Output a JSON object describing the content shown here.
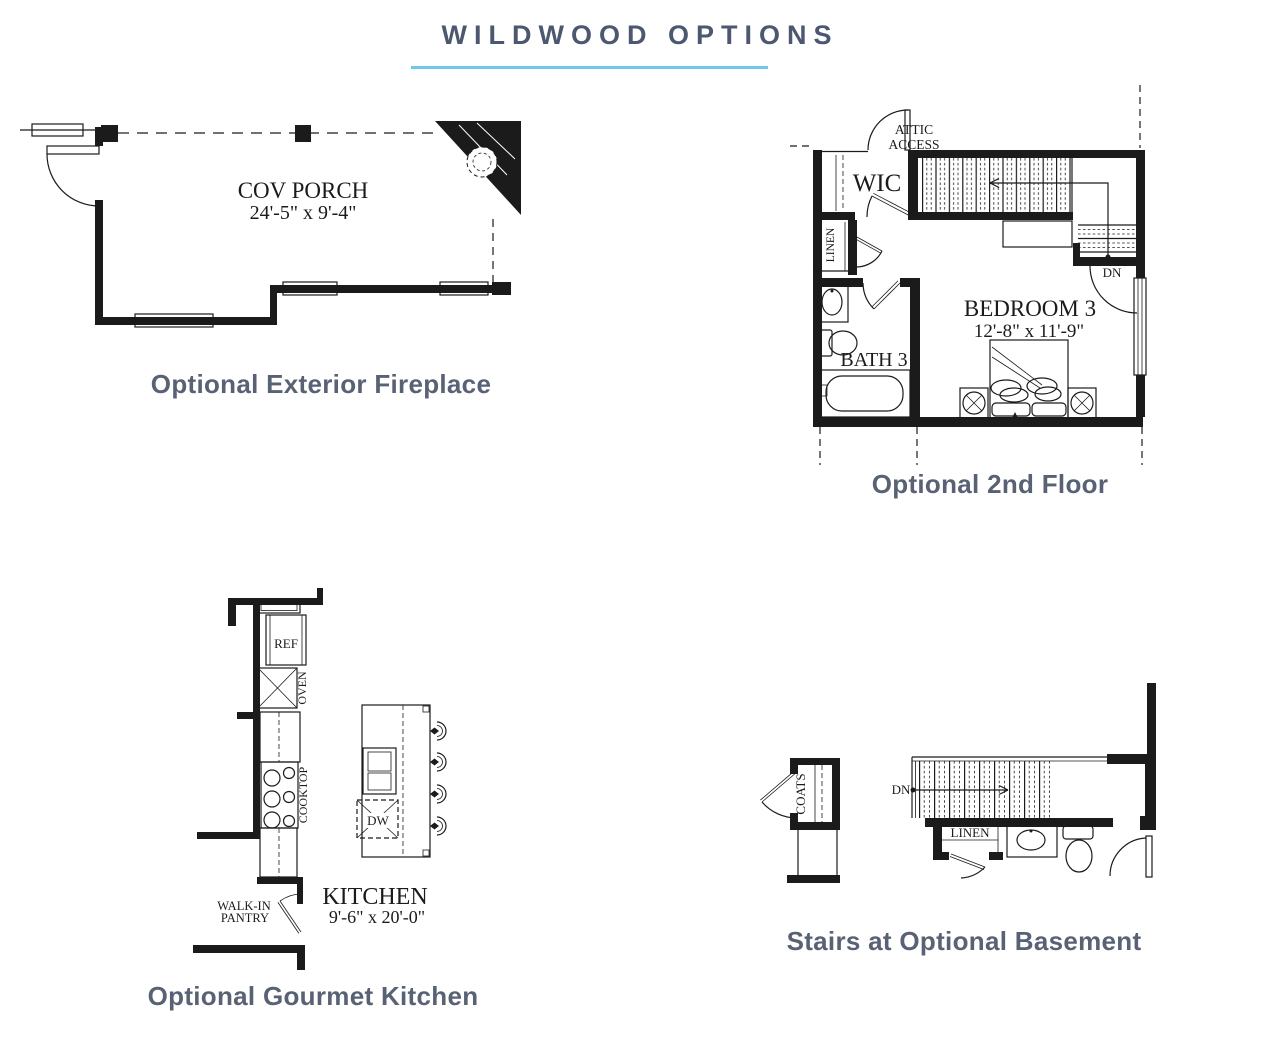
{
  "page": {
    "title": "WILDWOOD OPTIONS"
  },
  "plans": {
    "fireplace": {
      "caption": "Optional Exterior Fireplace",
      "room_label": "COV PORCH",
      "room_dims": "24'-5\" x 9'-4\""
    },
    "second_floor": {
      "caption": "Optional 2nd Floor",
      "attic_line1": "ATTIC",
      "attic_line2": "ACCESS",
      "wic": "WIC",
      "linen": "LINEN",
      "bath": "BATH 3",
      "bedroom": "BEDROOM 3",
      "bedroom_dims": "12'-8\" x 11'-9\"",
      "dn": "DN"
    },
    "kitchen": {
      "caption": "Optional Gourmet Kitchen",
      "ref": "REF",
      "oven": "OVEN",
      "cooktop": "COOKTOP",
      "dw": "DW",
      "pantry_line1": "WALK-IN",
      "pantry_line2": "PANTRY",
      "room_label": "KITCHEN",
      "room_dims": "9'-6\" x 20'-0\""
    },
    "basement": {
      "caption": "Stairs at Optional Basement",
      "coats": "COATS",
      "dn": "DN",
      "linen": "LINEN"
    }
  },
  "colors": {
    "title": "#4C5870",
    "caption": "#596275",
    "underline": "#6FC7EA",
    "line": "#1B1B1B"
  }
}
